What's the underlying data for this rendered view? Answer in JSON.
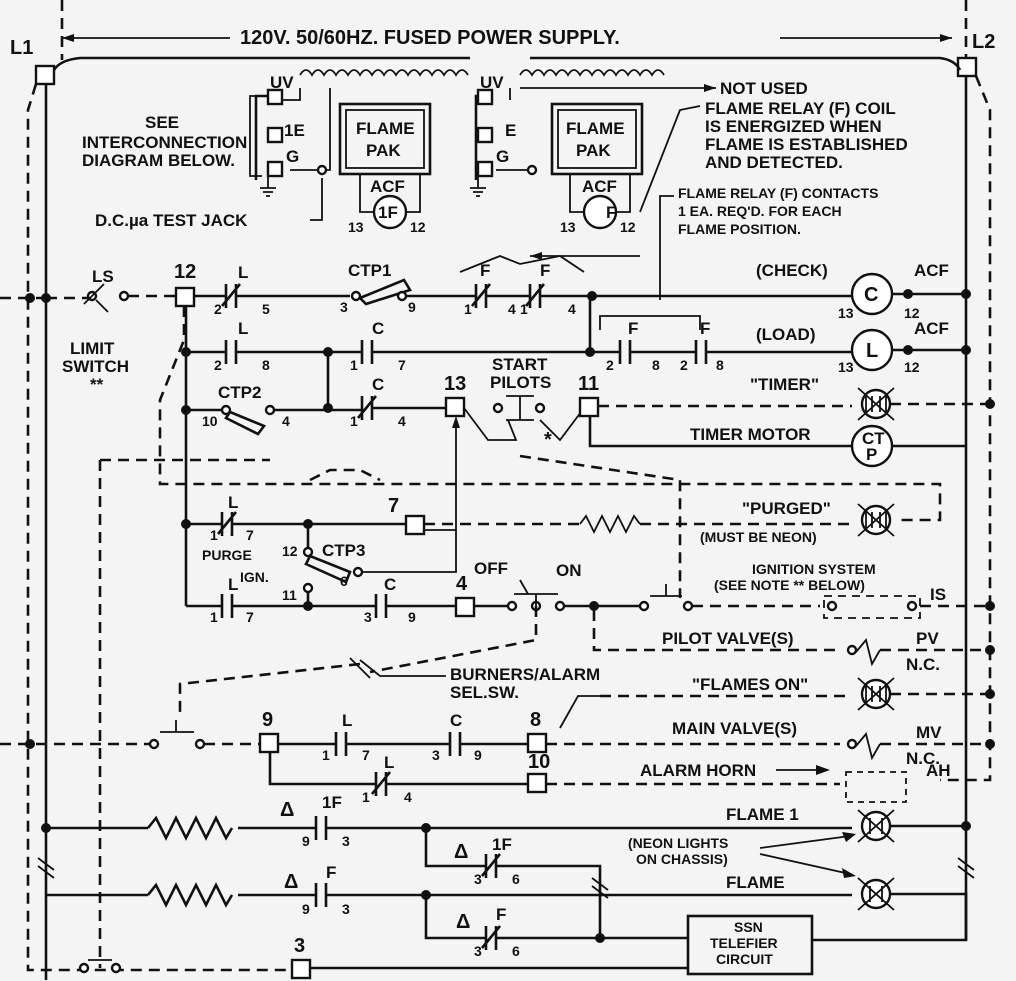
{
  "labels": {
    "power_supply": "120V. 50/60HZ. FUSED POWER SUPPLY.",
    "l1": "L1",
    "l2": "L2",
    "see_interconnection": [
      "SEE",
      "INTERCONNECTION",
      "DIAGRAM BELOW."
    ],
    "uv": "UV",
    "one_e": "1E",
    "e": "E",
    "g": "G",
    "flame_pak": [
      "FLAME",
      "PAK"
    ],
    "acf": "ACF",
    "relay_1f": "1F",
    "relay_f": "F",
    "pin13": "13",
    "pin12": "12",
    "test_jack": "D.C.µa TEST JACK",
    "not_used": "NOT USED",
    "flame_relay_coil": [
      "FLAME RELAY (F) COIL",
      "IS ENERGIZED WHEN",
      "FLAME IS ESTABLISHED",
      "AND DETECTED."
    ],
    "flame_relay_contacts": [
      "FLAME RELAY (F) CONTACTS",
      "1 EA. REQ'D. FOR EACH",
      "FLAME POSITION."
    ],
    "ls": "LS",
    "limit_switch": [
      "LIMIT",
      "SWITCH",
      "**"
    ],
    "term12": "12",
    "contact_l": "L",
    "contact_c": "C",
    "contact_f": "F",
    "ctp1": "CTP1",
    "ctp2": "CTP2",
    "ctp3": "CTP3",
    "check": "(CHECK)",
    "load": "(LOAD)",
    "coil_c": "C",
    "coil_l": "L",
    "start_pilots": [
      "START",
      "PILOTS"
    ],
    "term13": "13",
    "term11": "11",
    "timer": "\"TIMER\"",
    "timer_motor": "TIMER MOTOR",
    "ctp_motor": [
      "CT",
      "P"
    ],
    "asterisk": "*",
    "term7": "7",
    "purged": "\"PURGED\"",
    "must_be_neon": "(MUST BE NEON)",
    "purge": "PURGE",
    "ign": "IGN.",
    "term4": "4",
    "off": "OFF",
    "on": "ON",
    "ignition_system": [
      "IGNITION SYSTEM",
      "(SEE NOTE ** BELOW)"
    ],
    "is": "IS",
    "pilot_valves": "PILOT VALVE(S)",
    "pv": "PV",
    "nc": "N.C.",
    "burners_alarm": [
      "BURNERS/ALARM",
      "SEL.SW."
    ],
    "flames_on": "\"FLAMES ON\"",
    "term9": "9",
    "term8": "8",
    "term10": "10",
    "main_valves": "MAIN VALVE(S)",
    "mv": "MV",
    "alarm_horn": "ALARM HORN",
    "ah": "AH",
    "flame1": "FLAME 1",
    "flame": "FLAME",
    "neon_lights": [
      "(NEON LIGHTS",
      "ON CHASSIS)"
    ],
    "delta": "Δ",
    "contact_1f": "1F",
    "ssn": [
      "SSN",
      "TELEFIER",
      "CIRCUIT"
    ],
    "term3": "3",
    "pins": {
      "p1": "1",
      "p2": "2",
      "p3": "3",
      "p4": "4",
      "p5": "5",
      "p6": "6",
      "p7": "7",
      "p8": "8",
      "p9": "9",
      "p10": "10",
      "p11": "11",
      "p12": "12",
      "p13": "13"
    }
  }
}
